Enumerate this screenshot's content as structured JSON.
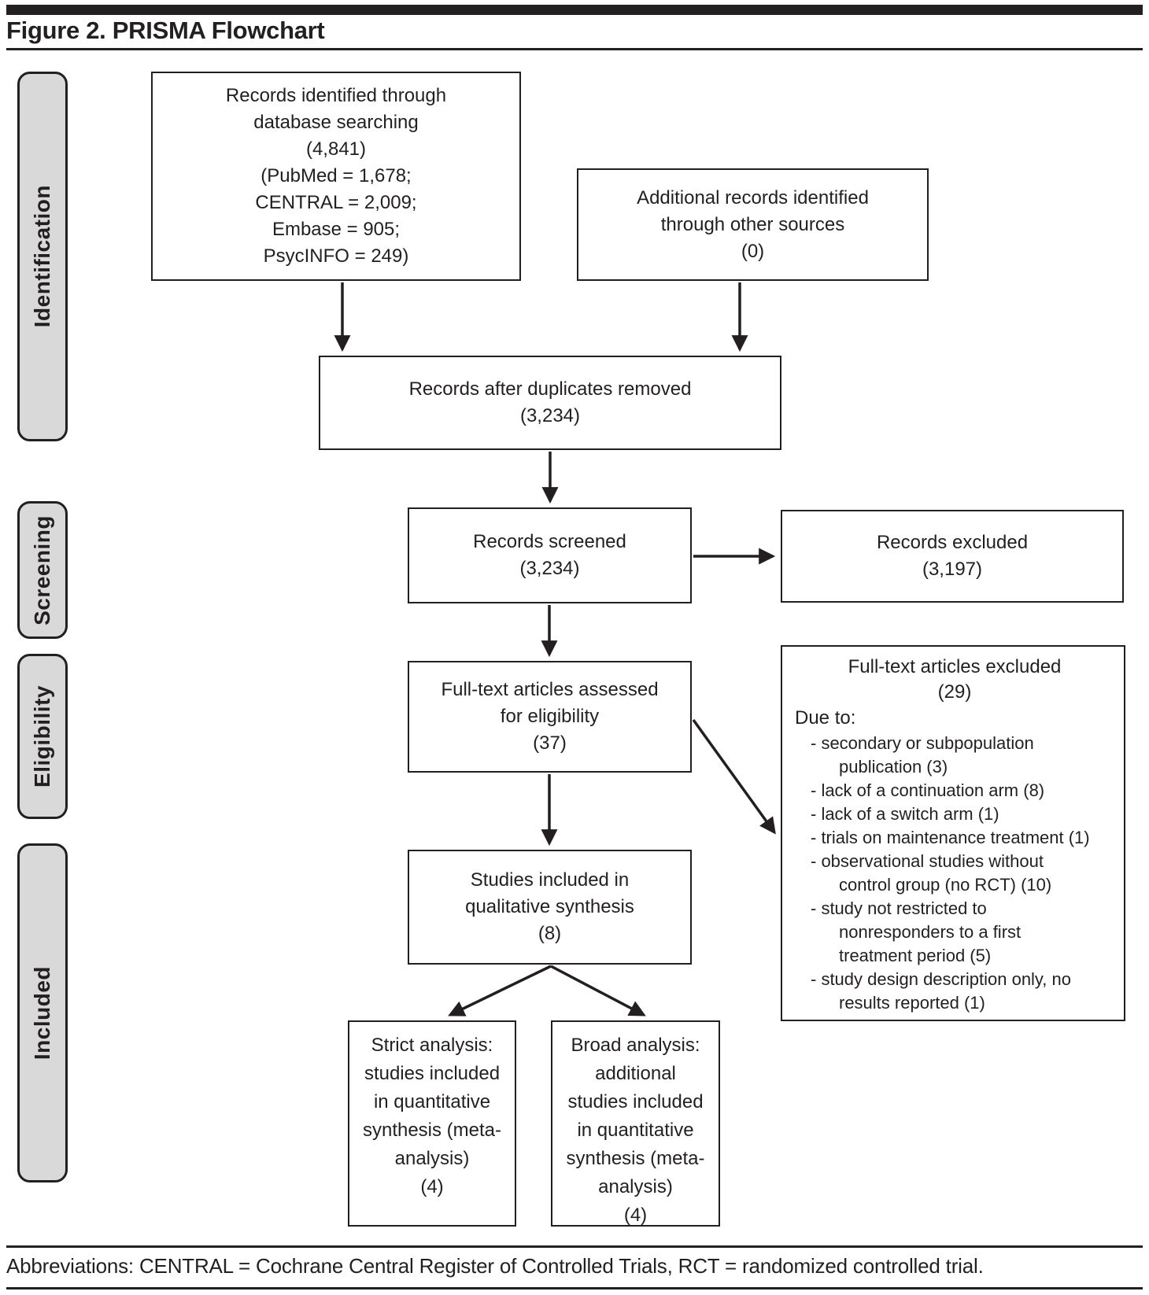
{
  "figure": {
    "title": "Figure 2. PRISMA Flowchart",
    "footnote": "Abbreviations: CENTRAL = Cochrane Central Register of Controlled Trials, RCT = randomized controlled trial."
  },
  "stages": [
    {
      "label": "Identification"
    },
    {
      "label": "Screening"
    },
    {
      "label": "Eligibility"
    },
    {
      "label": "Included"
    }
  ],
  "boxes": {
    "records_identified": {
      "lines": [
        "Records identified through",
        "database searching",
        "(4,841)",
        "(PubMed = 1,678;",
        "CENTRAL = 2,009;",
        "Embase = 905;",
        "PsycINFO = 249)"
      ]
    },
    "additional_records": {
      "lines": [
        "Additional records identified",
        "through other sources",
        "(0)"
      ]
    },
    "duplicates_removed": {
      "lines": [
        "Records after duplicates removed",
        "(3,234)"
      ]
    },
    "records_screened": {
      "lines": [
        "Records screened",
        "(3,234)"
      ]
    },
    "records_excluded": {
      "lines": [
        "Records excluded",
        "(3,197)"
      ]
    },
    "fulltext_assessed": {
      "lines": [
        "Full-text articles assessed",
        "for eligibility",
        "(37)"
      ]
    },
    "fulltext_excluded": {
      "title_lines": [
        "Full-text articles excluded",
        "(29)"
      ],
      "due_to_label": "Due to:",
      "reasons": [
        [
          "- secondary or subpopulation",
          "publication (3)"
        ],
        [
          "- lack of a continuation arm (8)"
        ],
        [
          "- lack of a switch arm (1)"
        ],
        [
          "- trials on maintenance treatment (1)"
        ],
        [
          "- observational studies without",
          "control group (no RCT) (10)"
        ],
        [
          "- study not restricted to",
          "nonresponders to a first",
          "treatment period (5)"
        ],
        [
          "- study design description only, no",
          "results reported (1)"
        ]
      ]
    },
    "qualitative_synthesis": {
      "lines": [
        "Studies included in",
        "qualitative synthesis",
        "(8)"
      ]
    },
    "strict_analysis": {
      "lines": [
        "Strict analysis:",
        "studies included",
        "in quantitative",
        "synthesis (meta-",
        "analysis)",
        "(4)"
      ]
    },
    "broad_analysis": {
      "lines": [
        "Broad analysis:",
        "additional",
        "studies included",
        "in quantitative",
        "synthesis (meta-",
        "analysis)",
        "(4)"
      ]
    }
  },
  "colors": {
    "ink": "#231f20",
    "stage_fill": "#d9d9d9",
    "background": "#ffffff"
  }
}
